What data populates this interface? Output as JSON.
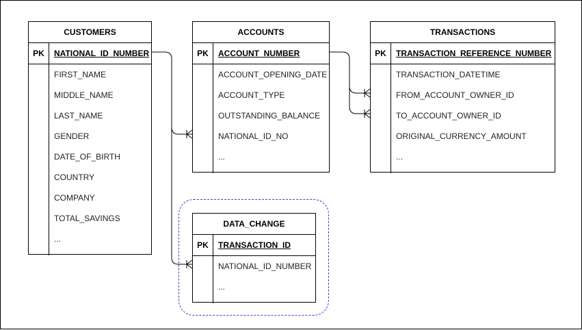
{
  "entities": {
    "customers": {
      "title": "CUSTOMERS",
      "pk_label": "PK",
      "pk": "NATIONAL_ID_NUMBER",
      "attributes": [
        "FIRST_NAME",
        "MIDDLE_NAME",
        "LAST_NAME",
        "GENDER",
        "DATE_OF_BIRTH",
        "COUNTRY",
        "COMPANY",
        "TOTAL_SAVINGS",
        "..."
      ]
    },
    "accounts": {
      "title": "ACCOUNTS",
      "pk_label": "PK",
      "pk": "ACCOUNT_NUMBER",
      "attributes": [
        "ACCOUNT_OPENING_DATE",
        "ACCOUNT_TYPE",
        "OUTSTANDING_BALANCE",
        "NATIONAL_ID_NO",
        "..."
      ]
    },
    "transactions": {
      "title": "TRANSACTIONS",
      "pk_label": "PK",
      "pk": "TRANSACTION_REFERENCE_NUMBER",
      "attributes": [
        "TRANSACTION_DATETIME",
        "FROM_ACCOUNT_OWNER_ID",
        "TO_ACCOUNT_OWNER_ID",
        "ORIGINAL_CURRENCY_AMOUNT",
        "..."
      ]
    },
    "data_change": {
      "title": "DATA_CHANGE",
      "pk_label": "PK",
      "pk": "TRANSACTION_ID",
      "attributes": [
        "NATIONAL_ID_NUMBER",
        "..."
      ]
    }
  },
  "colors": {
    "line": "#000000",
    "group_outline": "#3a3ad8"
  }
}
